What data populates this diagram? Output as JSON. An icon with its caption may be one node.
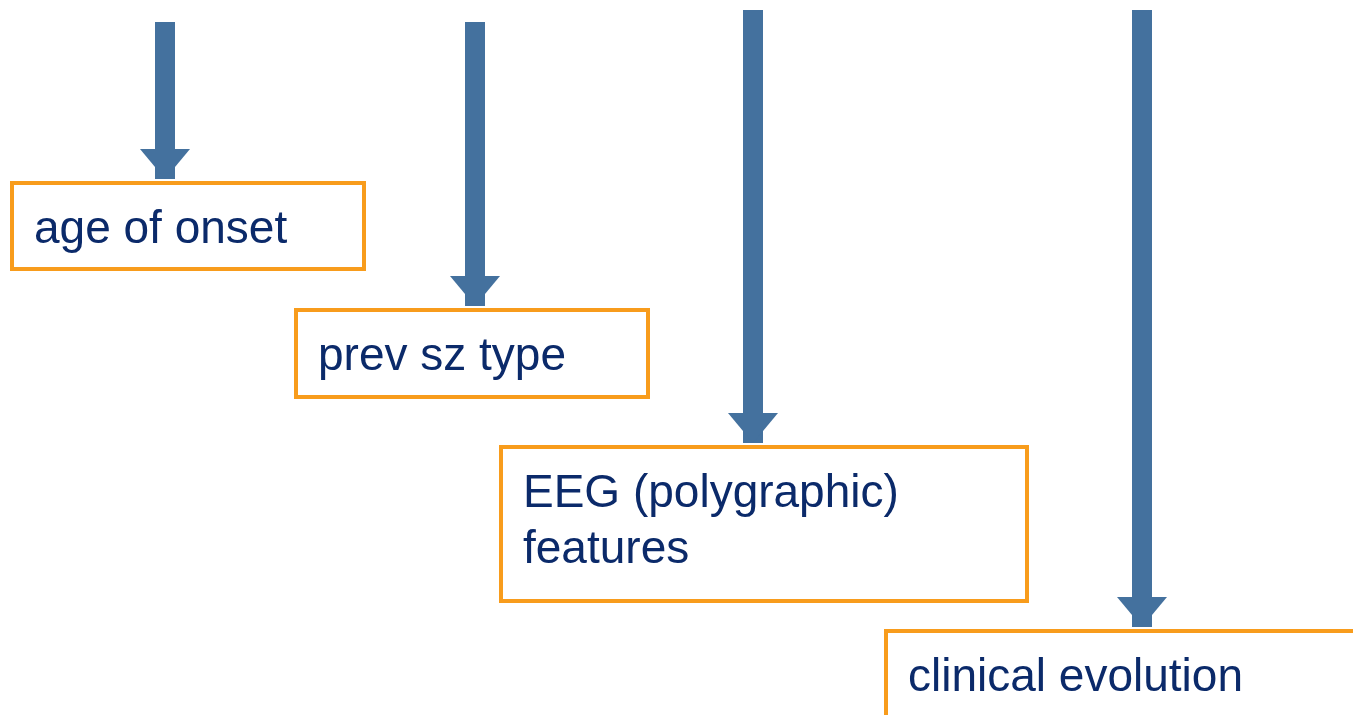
{
  "diagram": {
    "nodes": [
      {
        "text": [
          "age of onset"
        ]
      },
      {
        "text": [
          "prev sz type"
        ]
      },
      {
        "text": [
          "EEG (polygraphic) features"
        ]
      },
      {
        "text": [
          "clinical evolution"
        ]
      }
    ],
    "edges": [
      {
        "from": null,
        "to": 0,
        "arrow": "to"
      },
      {
        "from": null,
        "to": 1,
        "arrow": "to"
      },
      {
        "from": null,
        "to": 2,
        "arrow": "to"
      },
      {
        "from": null,
        "to": 3,
        "arrow": "to"
      }
    ]
  }
}
